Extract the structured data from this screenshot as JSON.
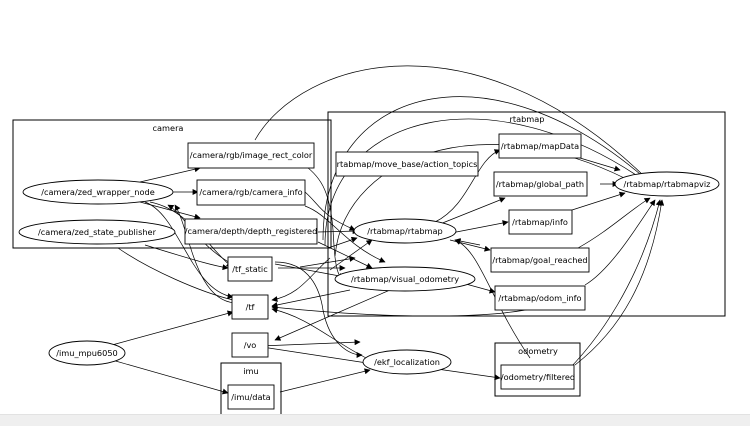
{
  "graph": {
    "clusters": {
      "camera": "camera",
      "rtabmap": "rtabmap",
      "imu": "imu",
      "odometry": "odometry"
    },
    "nodes": {
      "zed_wrapper_node": "/camera/zed_wrapper_node",
      "zed_state_publisher": "/camera/zed_state_publisher",
      "image_rect_color": "/camera/rgb/image_rect_color",
      "camera_info": "/camera/rgb/camera_info",
      "depth_registered": "/camera/depth/depth_registered",
      "action_topics": "rtabmap/move_base/action_topics",
      "mapData": "/rtabmap/mapData",
      "global_path": "/rtabmap/global_path",
      "rtabmapviz": "/rtabmap/rtabmapviz",
      "rtabmap": "/rtabmap/rtabmap",
      "info": "/rtabmap/info",
      "goal_reached": "/rtabmap/goal_reached",
      "visual_odometry": "/rtabmap/visual_odometry",
      "odom_info": "/rtabmap/odom_info",
      "tf_static": "/tf_static",
      "tf": "/tf",
      "vo": "/vo",
      "imu_mpu6050": "/imu_mpu6050",
      "ekf_localization": "/ekf_localization",
      "imu_data": "/imu/data",
      "odometry_filtered": "/odometry/filtered"
    }
  }
}
